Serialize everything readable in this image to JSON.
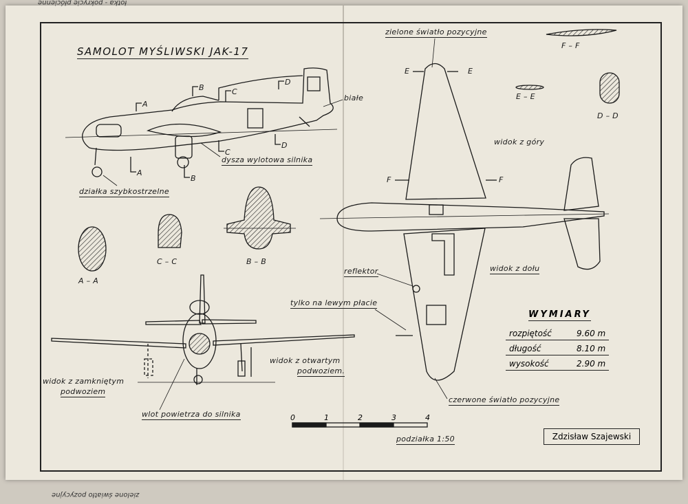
{
  "title": "SAMOLOT MYŚLIWSKI  JAK-17",
  "back_texts": {
    "top": "łotka - pokrycie płócienne",
    "bottom": "zielone światło pozycyjne"
  },
  "labels": {
    "biale": "białe",
    "dysza": "dysza wylotowa silnika",
    "dzialka": "działka szybkostrzelne",
    "zielone": "zielone światło pozycyjne",
    "widok_gory": "widok z góry",
    "widok_dolu": "widok z dołu",
    "reflektor": "reflektor",
    "tylko": "tylko na lewym płacie",
    "czerwone": "czerwone światło pozycyjne",
    "widok_otwartym_1": "widok z otwartym",
    "widok_otwartym_2": "podwoziem.",
    "widok_zamknietym_1": "widok z zamkniętym",
    "widok_zamknietym_2": "podwoziem",
    "wlot": "wlot powietrza do silnika",
    "podzialka": "podziałka 1:50"
  },
  "sections": {
    "aa": "A – A",
    "bb": "B – B",
    "cc": "C – C",
    "dd": "D – D",
    "ee": "E – E",
    "ff": "F – F"
  },
  "cut_letters": {
    "A": "A",
    "B": "B",
    "C": "C",
    "D": "D",
    "E": "E",
    "F": "F"
  },
  "dimensions": {
    "title": "WYMIARY",
    "rows": [
      {
        "name": "rozpiętość",
        "value": "9.60 m"
      },
      {
        "name": "długość",
        "value": "8.10 m"
      },
      {
        "name": "wysokość",
        "value": "2.90 m"
      }
    ]
  },
  "scale": {
    "ticks": [
      "0",
      "1",
      "2",
      "3",
      "4"
    ]
  },
  "author": "Zdzisław Szajewski"
}
